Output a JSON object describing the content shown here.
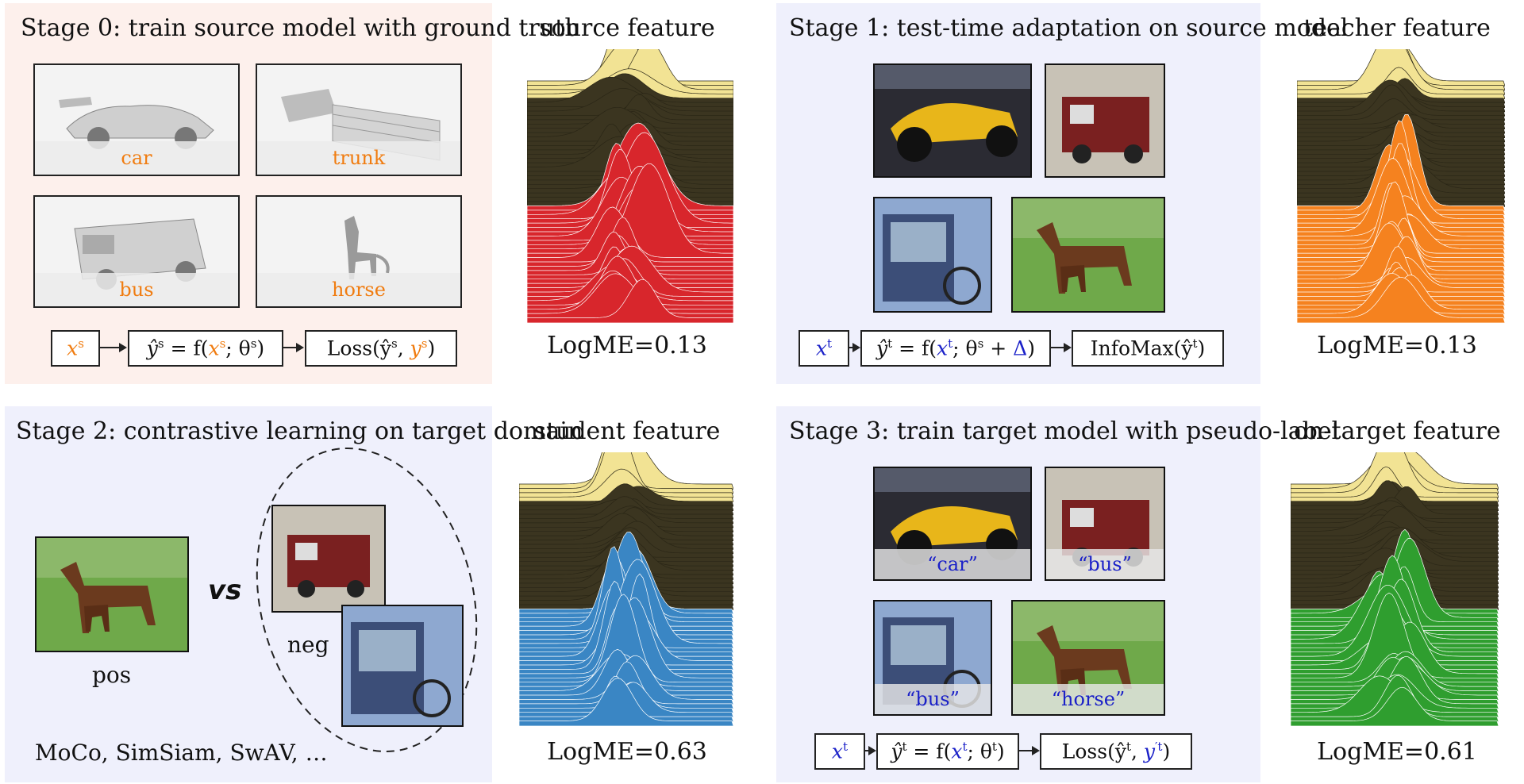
{
  "colors": {
    "stage0_bg": "#fdf0ec",
    "stage_bg": "#eff0fc",
    "orange_label": "#f07c10",
    "blue_label": "#1a20c8",
    "yellow_ridge": "#f2e394",
    "dark_band": "#3b3520",
    "source_ridge": "#d8262c",
    "teacher_ridge": "#f5821f",
    "student_ridge": "#3a86c4",
    "target_ridge": "#2f9e2f"
  },
  "stage0": {
    "title": "Stage 0: train source model with ground truth",
    "labels": [
      "car",
      "trunk",
      "bus",
      "horse"
    ],
    "formula": {
      "input": "x",
      "input_sup": "s",
      "model": "ŷ",
      "model_sup": "s",
      "model_eq": " = f(",
      "model_x": "x",
      "model_x_sup": "s",
      "model_rest": "; θ",
      "model_rest_sup": "s",
      "model_close": ")",
      "loss": "Loss(ŷ",
      "loss_sup": "s",
      "loss_mid": ", ",
      "loss_y": "y",
      "loss_y_sup": "s",
      "loss_close": ")"
    }
  },
  "stage1": {
    "title": "Stage 1: test-time adaptation on source model",
    "formula": {
      "input": "x",
      "input_sup": "t",
      "model": "ŷ",
      "model_sup": "t",
      "model_eq": " = f(",
      "model_x": "x",
      "model_x_sup": "t",
      "model_rest": "; θ",
      "model_rest_sup": "s",
      "model_plus": " + ",
      "model_delta": "Δ",
      "model_close": ")",
      "obj": "InfoMax(ŷ",
      "obj_sup": "t",
      "obj_close": ")"
    }
  },
  "stage2": {
    "title": "Stage 2: contrastive learning on target domain",
    "pos_label": "pos",
    "vs_label": "vs",
    "neg_label": "neg",
    "methods": "MoCo, SimSiam, SwAV, …"
  },
  "stage3": {
    "title": "Stage 3: train target model with pseudo-label",
    "labels": [
      "“car”",
      "“bus”",
      "“bus”",
      "“horse”"
    ],
    "formula": {
      "input": "x",
      "input_sup": "t",
      "model": "ŷ",
      "model_sup": "t",
      "model_eq": " = f(",
      "model_x": "x",
      "model_x_sup": "t",
      "model_rest": "; θ",
      "model_rest_sup": "t",
      "model_close": ")",
      "loss": "Loss(ŷ",
      "loss_sup": "t",
      "loss_mid": ", ",
      "loss_y": "y",
      "loss_y_sup": "′t",
      "loss_close": ")"
    }
  },
  "features": [
    {
      "title": "source feature",
      "logme": "LogME=0.13",
      "color": "#d8262c"
    },
    {
      "title": "teacher feature",
      "logme": "LogME=0.13",
      "color": "#f5821f"
    },
    {
      "title": "student feature",
      "logme": "LogME=0.63",
      "color": "#3a86c4"
    },
    {
      "title": "on-target feature",
      "logme": "LogME=0.61",
      "color": "#2f9e2f"
    }
  ]
}
